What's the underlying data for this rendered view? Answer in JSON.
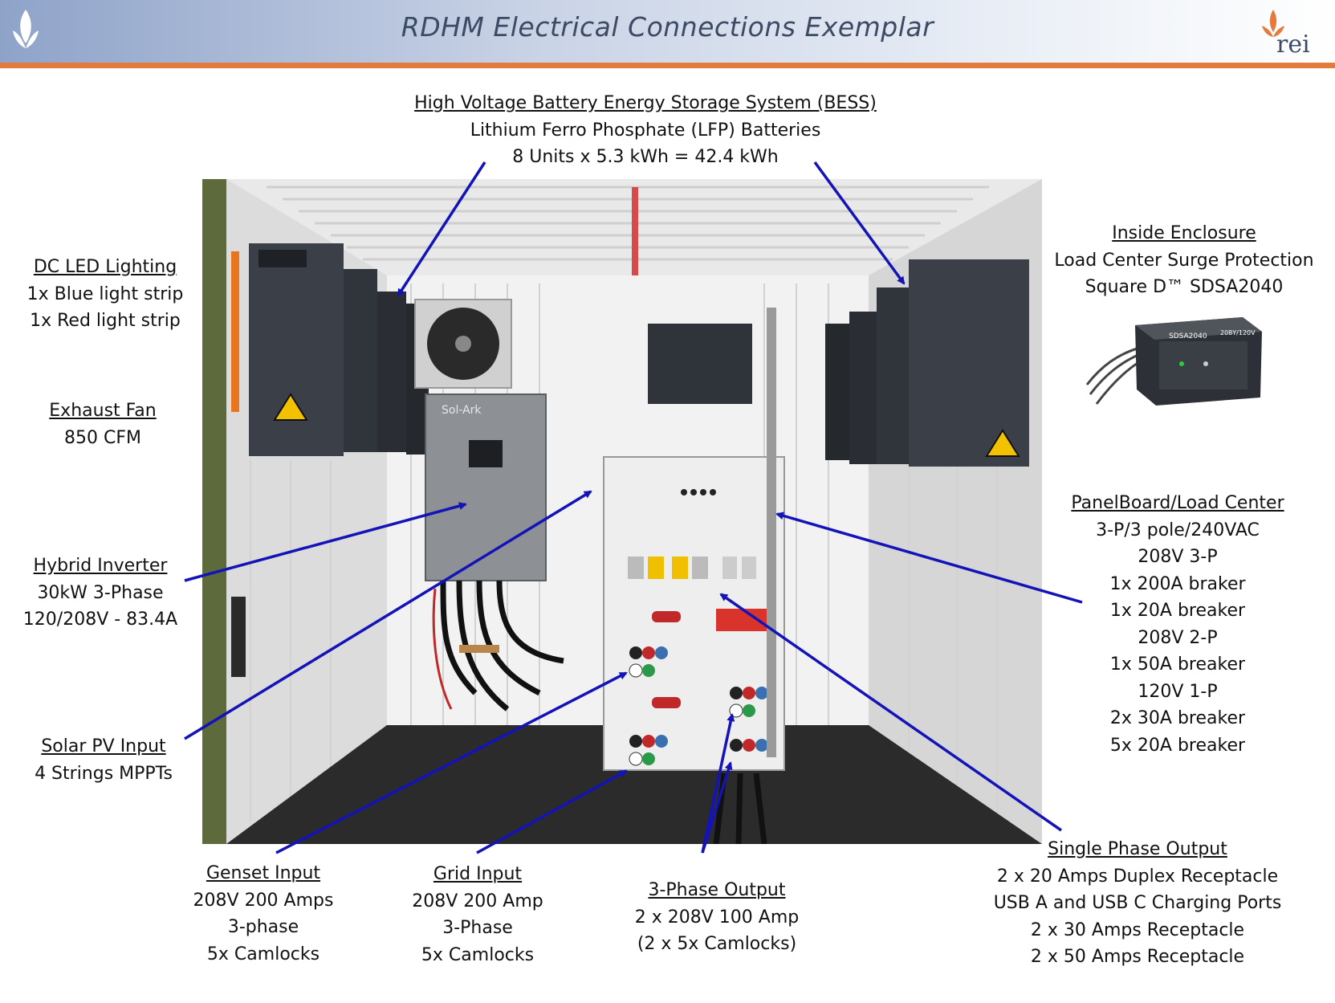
{
  "header": {
    "title": "RDHM Electrical Connections Exemplar",
    "logo_right_text": "rei"
  },
  "photo": {
    "inverter_brand": "Sol-Ark",
    "surge_label": "SDSA2040",
    "surge_voltage": "208Y/120V"
  },
  "callouts": {
    "bess": {
      "heading": "High Voltage Battery Energy Storage System (BESS)",
      "line1": "Lithium Ferro Phosphate (LFP) Batteries",
      "line2": "8 Units x 5.3 kWh = 42.4 kWh"
    },
    "led": {
      "heading": "DC LED Lighting",
      "line1": "1x Blue light strip",
      "line2": "1x Red light strip"
    },
    "fan": {
      "heading": "Exhaust Fan",
      "line1": "850 CFM"
    },
    "inverter": {
      "heading": "Hybrid Inverter",
      "line1": "30kW 3-Phase",
      "line2": "120/208V - 83.4A"
    },
    "solar": {
      "heading": "Solar PV Input",
      "line1": "4 Strings MPPTs"
    },
    "genset": {
      "heading": "Genset Input",
      "line1": "208V 200 Amps",
      "line2": "3-phase",
      "line3": "5x Camlocks"
    },
    "grid": {
      "heading": "Grid Input",
      "line1": "208V 200 Amp",
      "line2": "3-Phase",
      "line3": "5x Camlocks"
    },
    "three_phase": {
      "heading": "3-Phase Output",
      "line1": "2 x 208V 100 Amp",
      "line2": "(2 x 5x Camlocks)"
    },
    "enclosure": {
      "heading": "Inside Enclosure",
      "line1": "Load Center Surge Protection",
      "line2": "Square D™ SDSA2040"
    },
    "panel": {
      "heading": "PanelBoard/Load Center",
      "lines": [
        "3-P/3 pole/240VAC",
        "208V 3-P",
        "1x 200A braker",
        "1x 20A breaker",
        "208V 2-P",
        "1x 50A breaker",
        "120V 1-P",
        "2x 30A breaker",
        "5x 20A breaker"
      ]
    },
    "single_phase": {
      "heading": "Single Phase Output",
      "lines": [
        "2 x 20 Amps Duplex Receptacle",
        "USB A and USB C Charging Ports",
        "2 x 30 Amps Receptacle",
        "2 x 50 Amps Receptacle"
      ]
    }
  },
  "colors": {
    "arrow": "#1313b8",
    "accent_orange": "#e47a3c",
    "title_text": "#3c4a63"
  }
}
